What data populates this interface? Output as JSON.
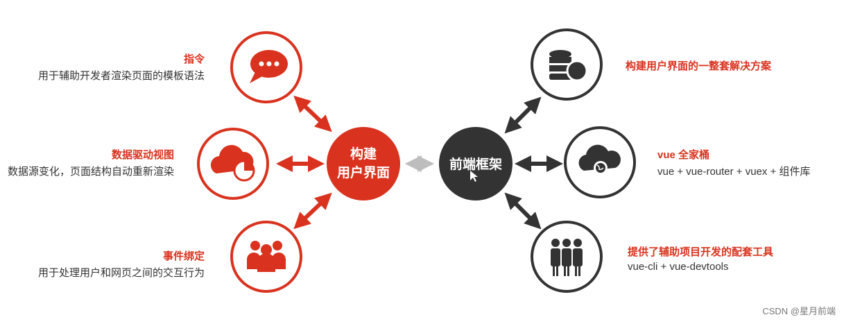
{
  "colors": {
    "red": "#d9321e",
    "dark": "#333333",
    "gray_arrow": "#bdbdbd"
  },
  "center_left": {
    "line1": "构建",
    "line2": "用户界面"
  },
  "center_right": {
    "line1": "前端框架"
  },
  "left_items": [
    {
      "title": "指令",
      "desc": "用于辅助开发者渲染页面的模板语法",
      "icon": "chat-bubbles-icon"
    },
    {
      "title": "数据驱动视图",
      "desc": "数据源变化，页面结构自动重新渲染",
      "icon": "cloud-chart-icon"
    },
    {
      "title": "事件绑定",
      "desc": "用于处理用户和网页之间的交互行为",
      "icon": "people-group-icon"
    }
  ],
  "right_items": [
    {
      "title": "构建用户界面的一整套解决方案",
      "desc": "",
      "icon": "database-icon"
    },
    {
      "title": "vue 全家桶",
      "desc": "vue + vue-router + vuex + 组件库",
      "icon": "cloud-globe-icon"
    },
    {
      "title": "提供了辅助项目开发的配套工具",
      "desc": "vue-cli + vue-devtools",
      "icon": "team-icon"
    }
  ],
  "watermark": "CSDN @星月前端"
}
